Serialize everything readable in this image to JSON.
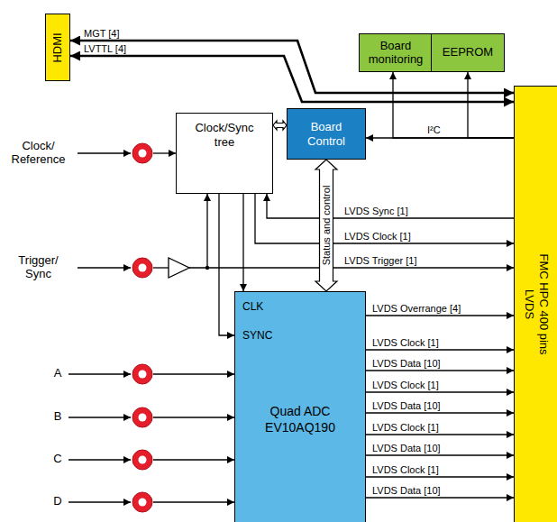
{
  "diagram": {
    "nodes": [
      {
        "text": [
          "HDMI"
        ]
      },
      {
        "text": [
          "Board monitoring"
        ]
      },
      {
        "text": [
          "EEPROM"
        ]
      },
      {
        "text": [
          "Clock/Sync tree"
        ]
      },
      {
        "text": [
          "Board Control"
        ]
      },
      {
        "text": [
          "CLK",
          "SYNC",
          "Quad ADC EV10AQ190"
        ]
      },
      {
        "text": [
          "FMC HPC 400 pins LVDS"
        ]
      }
    ],
    "edges": [
      {
        "from": 6,
        "to": 0,
        "label": "MGT [4]",
        "arrow": "both"
      },
      {
        "from": 6,
        "to": 0,
        "label": "LVTTL [4]",
        "arrow": "both"
      },
      {
        "from": 6,
        "to": 1,
        "arrow": "to"
      },
      {
        "from": 6,
        "to": 2,
        "arrow": "to"
      },
      {
        "from": 6,
        "to": 4,
        "label": "I²C",
        "arrow": "to"
      },
      {
        "from": 3,
        "to": 4,
        "arrow": "both"
      },
      {
        "from": 6,
        "to": 3,
        "label": "LVDS Sync [1]",
        "arrow": "to"
      },
      {
        "from": 3,
        "to": 6,
        "label": "LVDS Clock [1]",
        "arrow": "to"
      },
      {
        "from": 3,
        "to": 5,
        "arrow": "to"
      },
      {
        "from": 3,
        "to": 5,
        "arrow": "to"
      },
      {
        "from": 5,
        "to": 6,
        "label": "LVDS Overrange [4]",
        "arrow": "to"
      },
      {
        "from": 5,
        "to": 6,
        "label": "LVDS Clock [1]",
        "arrow": "to"
      },
      {
        "from": 5,
        "to": 6,
        "label": "LVDS Data [10]",
        "arrow": "to"
      },
      {
        "from": 5,
        "to": 6,
        "label": "LVDS Clock [1]",
        "arrow": "to"
      },
      {
        "from": 5,
        "to": 6,
        "label": "LVDS Data [10]",
        "arrow": "to"
      },
      {
        "from": 5,
        "to": 6,
        "label": "LVDS Clock [1]",
        "arrow": "to"
      },
      {
        "from": 5,
        "to": 6,
        "label": "LVDS Data [10]",
        "arrow": "to"
      },
      {
        "from": 5,
        "to": 6,
        "label": "LVDS Clock [1]",
        "arrow": "to"
      },
      {
        "from": 5,
        "to": 6,
        "label": "LVDS Data [10]",
        "arrow": "to"
      },
      {
        "from": 4,
        "to": 5,
        "label": "Status and control",
        "arrow": "both"
      }
    ],
    "labels": [
      "Clock/ Reference",
      "Trigger/ Sync",
      "LVDS Trigger [1]",
      "A",
      "B",
      "C",
      "D"
    ]
  }
}
